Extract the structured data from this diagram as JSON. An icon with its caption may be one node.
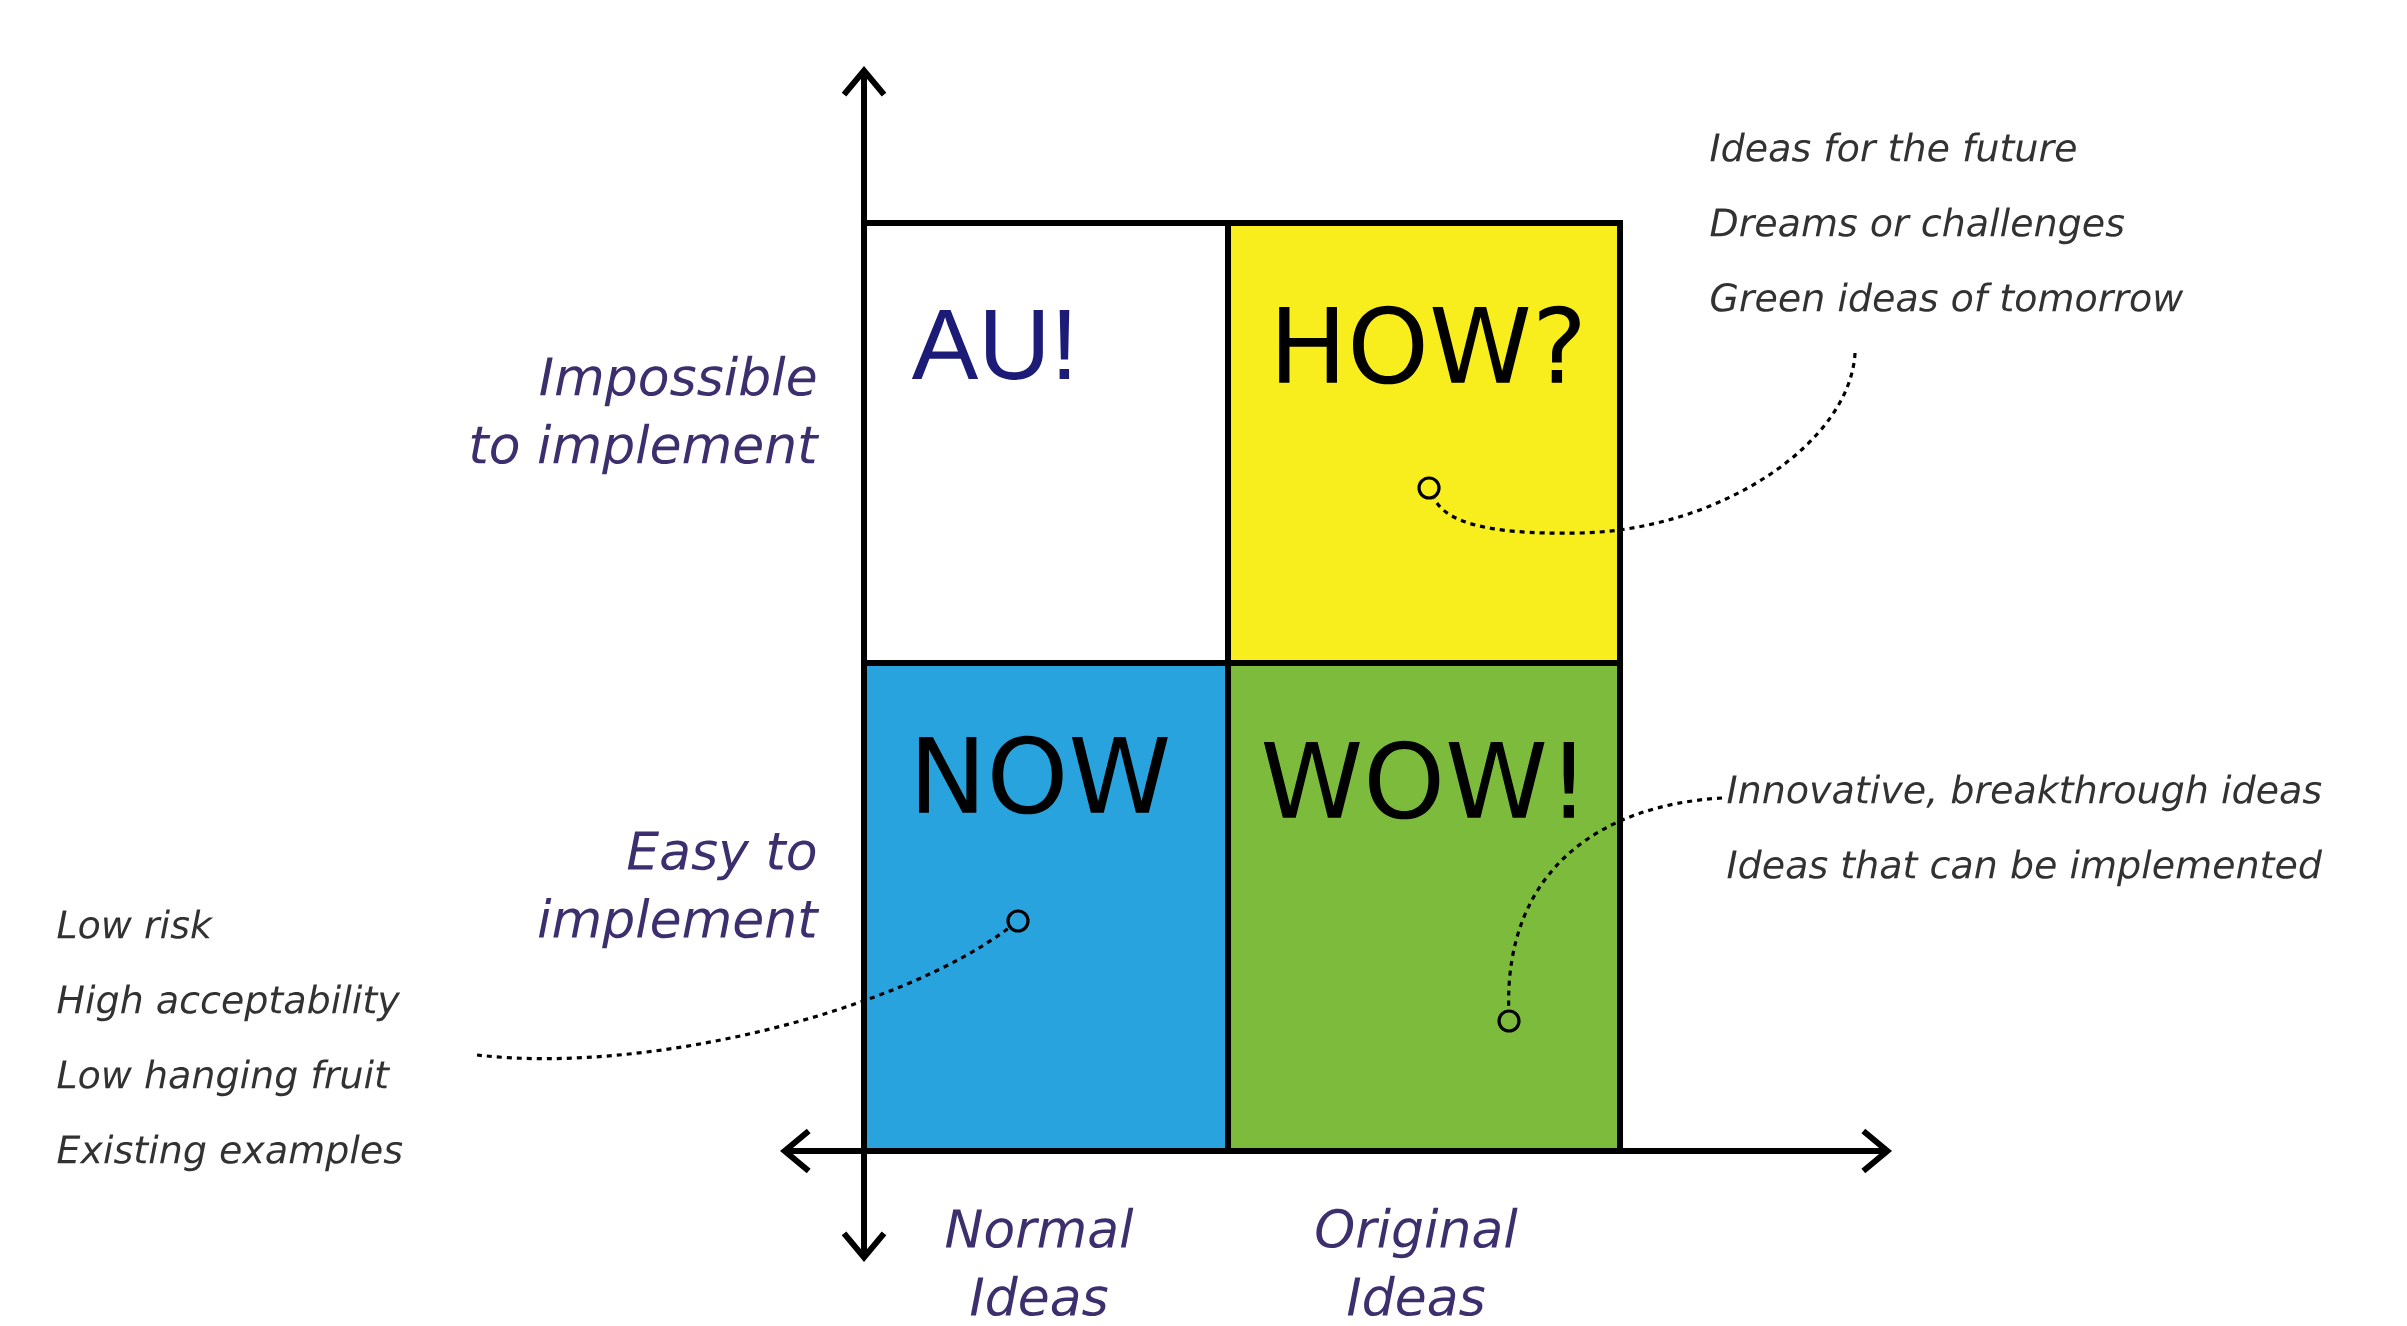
{
  "diagram": {
    "nodes": [
      {
        "text": [
          "AU!"
        ]
      },
      {
        "text": [
          "HOW?"
        ]
      },
      {
        "text": [],
        "shape": "circle",
        "in": 1
      },
      {
        "text": [
          "Ideas for the future",
          "Dreams or challenges",
          "Green ideas of tomorrow"
        ]
      },
      {
        "text": [
          "NOW"
        ]
      },
      {
        "text": [],
        "shape": "circle",
        "in": 4
      },
      {
        "text": [
          "WOW!"
        ]
      },
      {
        "text": [],
        "shape": "circle",
        "in": 6
      },
      {
        "text": [
          "Innovative, breakthrough ideas",
          "Ideas that can be implemented"
        ]
      },
      {
        "text": [
          "Low risk",
          "High acceptability",
          "Low hanging fruit",
          "Existing examples"
        ]
      }
    ],
    "edges": [
      {
        "from": 3,
        "to": 2,
        "arrow": "none",
        "style": "dashed"
      },
      {
        "from": 8,
        "to": 7,
        "arrow": "none",
        "style": "dashed"
      },
      {
        "from": 9,
        "to": 5,
        "arrow": "none",
        "style": "dashed"
      }
    ],
    "labels": [
      "Impossible to implement",
      "Easy to implement",
      "Normal Ideas",
      "Original Ideas"
    ]
  }
}
